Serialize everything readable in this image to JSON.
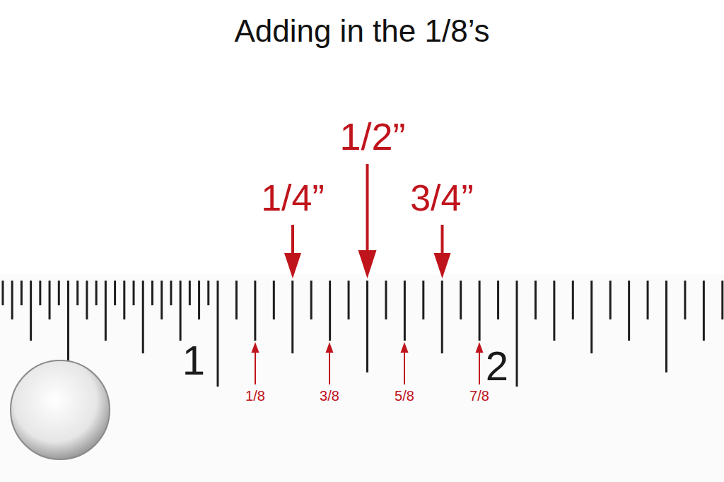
{
  "diagram": {
    "title": "Adding in the 1/8’s",
    "labels": [
      "1/2”",
      "1/4”",
      "3/4”",
      "1",
      "2",
      "1/8",
      "3/8",
      "5/8",
      "7/8"
    ]
  }
}
